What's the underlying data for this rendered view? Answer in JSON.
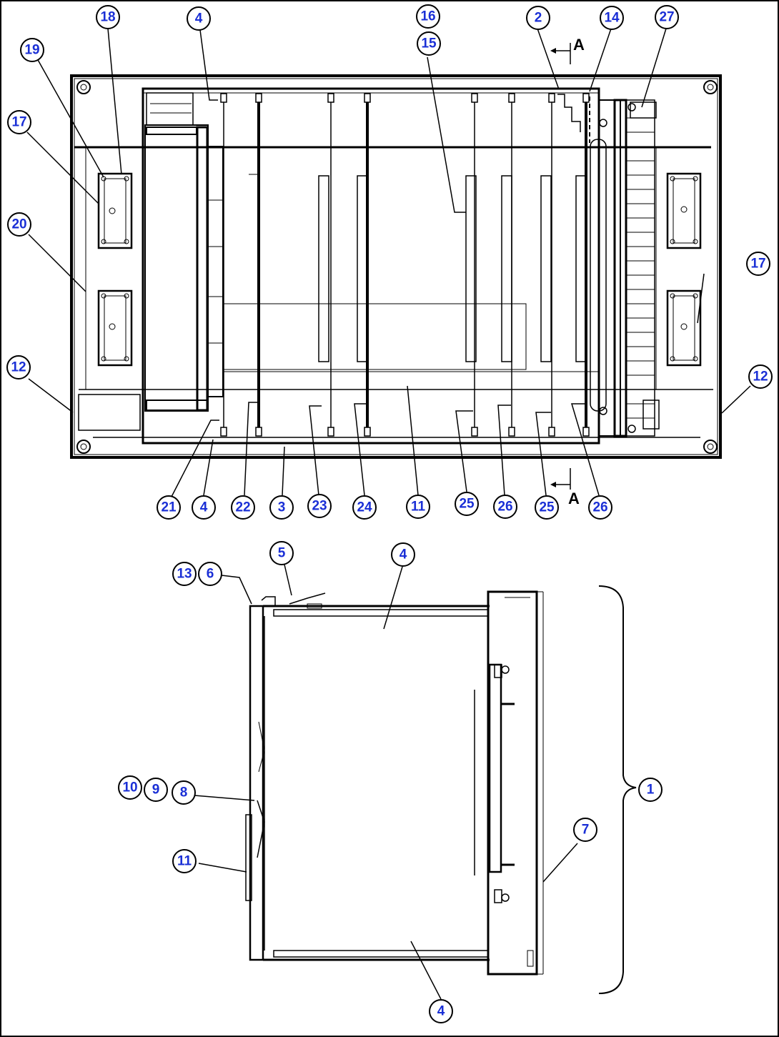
{
  "section_marker": "A",
  "callouts": [
    {
      "label": "18"
    },
    {
      "label": "4"
    },
    {
      "label": "16"
    },
    {
      "label": "15"
    },
    {
      "label": "2"
    },
    {
      "label": "14"
    },
    {
      "label": "27"
    },
    {
      "label": "19"
    },
    {
      "label": "17"
    },
    {
      "label": "20"
    },
    {
      "label": "17"
    },
    {
      "label": "12"
    },
    {
      "label": "12"
    },
    {
      "label": "21"
    },
    {
      "label": "4"
    },
    {
      "label": "22"
    },
    {
      "label": "3"
    },
    {
      "label": "23"
    },
    {
      "label": "24"
    },
    {
      "label": "11"
    },
    {
      "label": "25"
    },
    {
      "label": "26"
    },
    {
      "label": "25"
    },
    {
      "label": "26"
    },
    {
      "label": "5"
    },
    {
      "label": "4"
    },
    {
      "label": "13"
    },
    {
      "label": "6"
    },
    {
      "label": "10"
    },
    {
      "label": "9"
    },
    {
      "label": "8"
    },
    {
      "label": "1"
    },
    {
      "label": "7"
    },
    {
      "label": "11"
    },
    {
      "label": "4"
    }
  ],
  "colors": {
    "callout_text": "#1a2fd6",
    "line": "#000000",
    "background": "#ffffff"
  }
}
